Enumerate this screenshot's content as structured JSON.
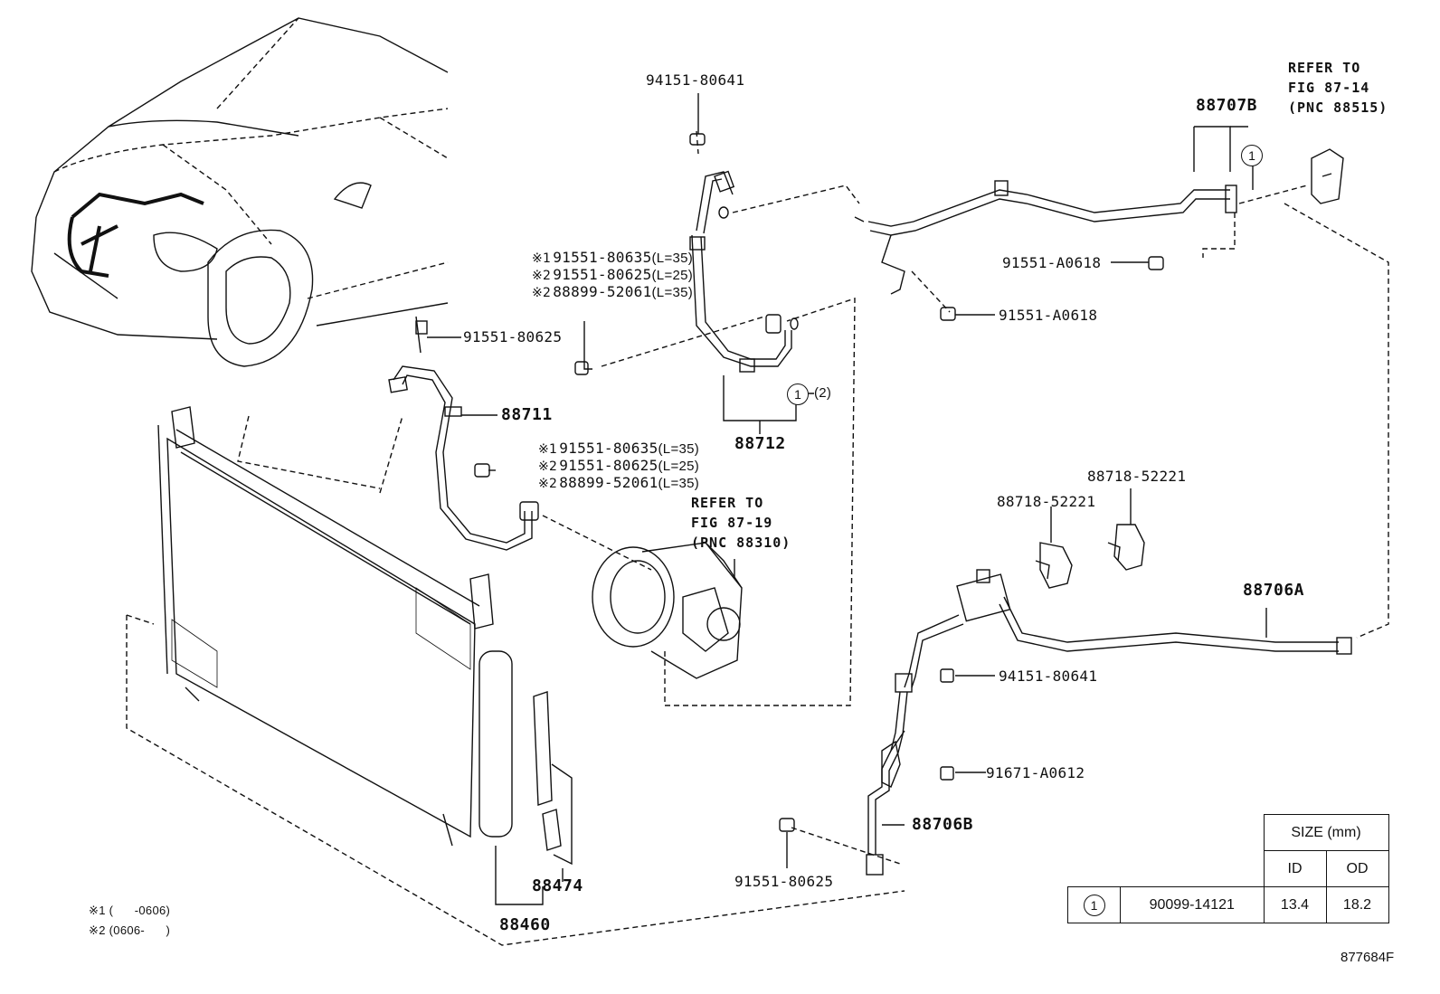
{
  "figure_code": "877684F",
  "refs": [
    {
      "id": "ref-87-14",
      "lines": [
        "REFER TO",
        "FIG 87-14",
        "(PNC 88515)"
      ]
    },
    {
      "id": "ref-87-19",
      "lines": [
        "REFER TO",
        "FIG 87-19",
        "(PNC 88310)"
      ]
    }
  ],
  "parts": {
    "p88707B": "88707B",
    "p88712": "88712",
    "p88711": "88711",
    "p88706A": "88706A",
    "p88706B": "88706B",
    "p88474": "88474",
    "p88460": "88460",
    "p88718a": "88718-52221",
    "p88718b": "88718-52221",
    "p94151a": "94151-80641",
    "p94151b": "94151-80641",
    "p91551_a0618a": "91551-A0618",
    "p91551_a0618b": "91551-A0618",
    "p91551_80625a": "91551-80625",
    "p91551_80625b": "91551-80625",
    "p91671": "91671-A0612"
  },
  "bolt_group_1": [
    {
      "mark": "※1",
      "pn": "91551-80635",
      "len": "(L=35)"
    },
    {
      "mark": "※2",
      "pn": "91551-80625",
      "len": "(L=25)"
    },
    {
      "mark": "※2",
      "pn": "88899-52061",
      "len": "(L=35)"
    }
  ],
  "bolt_group_2": [
    {
      "mark": "※1",
      "pn": "91551-80635",
      "len": "(L=35)"
    },
    {
      "mark": "※2",
      "pn": "91551-80625",
      "len": "(L=25)"
    },
    {
      "mark": "※2",
      "pn": "88899-52061",
      "len": "(L=35)"
    }
  ],
  "callouts": {
    "circle": "1",
    "count": "(2)"
  },
  "notes": [
    {
      "mark": "※1",
      "text": "(      -0606)"
    },
    {
      "mark": "※2",
      "text": "(0606-      )"
    }
  ],
  "size_table": {
    "header": "SIZE (mm)",
    "col_id": "ID",
    "col_od": "OD",
    "row": {
      "key": "1",
      "pn": "90099-14121",
      "id": "13.4",
      "od": "18.2"
    }
  }
}
